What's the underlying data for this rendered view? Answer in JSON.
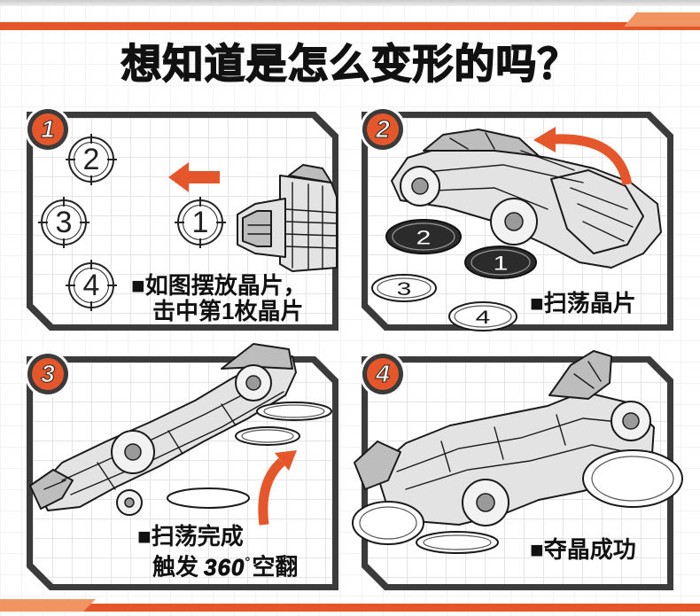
{
  "title": "想知道是怎么变形的吗？",
  "colors": {
    "accent": "#e5562a",
    "accent_light": "#f19462",
    "frame": "#3b3b3b",
    "ink": "#111111"
  },
  "steps": [
    {
      "badge": "1",
      "caption": [
        "■如图摆放晶片，",
        "击中第1枚晶片"
      ],
      "chips": [
        "2",
        "3",
        "1",
        "4"
      ],
      "icons": [
        "arrow-left-icon"
      ]
    },
    {
      "badge": "2",
      "caption": [
        "■扫荡晶片"
      ],
      "chips": [
        "2",
        "1",
        "3",
        "4"
      ],
      "icons": [
        "curved-arrow-icon"
      ]
    },
    {
      "badge": "3",
      "caption": [
        "■扫荡完成"
      ],
      "flip_line": {
        "prefix": "触发",
        "highlight": "360",
        "degree": "°",
        "suffix": "空翻"
      },
      "icons": [
        "curved-arrow-icon"
      ]
    },
    {
      "badge": "4",
      "caption": [
        "■夺晶成功"
      ]
    }
  ]
}
